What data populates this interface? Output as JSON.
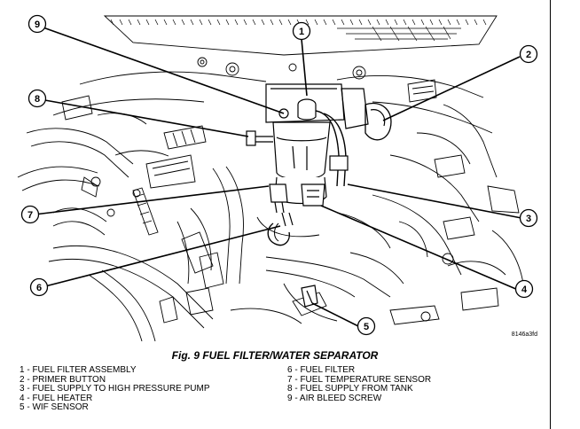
{
  "figure": {
    "caption": "Fig. 9 FUEL FILTER/WATER SEPARATOR",
    "code": "8146a3fd"
  },
  "callouts": [
    "1",
    "2",
    "3",
    "4",
    "5",
    "6",
    "7",
    "8",
    "9"
  ],
  "legend": {
    "left": [
      "1 - FUEL FILTER ASSEMBLY",
      "2 - PRIMER BUTTON",
      "3 - FUEL SUPPLY TO HIGH PRESSURE PUMP",
      "4 - FUEL HEATER",
      "5 - WIF SENSOR"
    ],
    "right": [
      "6 - FUEL FILTER",
      "7 - FUEL TEMPERATURE SENSOR",
      "8 - FUEL SUPPLY FROM TANK",
      "9 - AIR BLEED SCREW"
    ]
  },
  "colors": {
    "ink": "#000000",
    "paper": "#ffffff"
  }
}
